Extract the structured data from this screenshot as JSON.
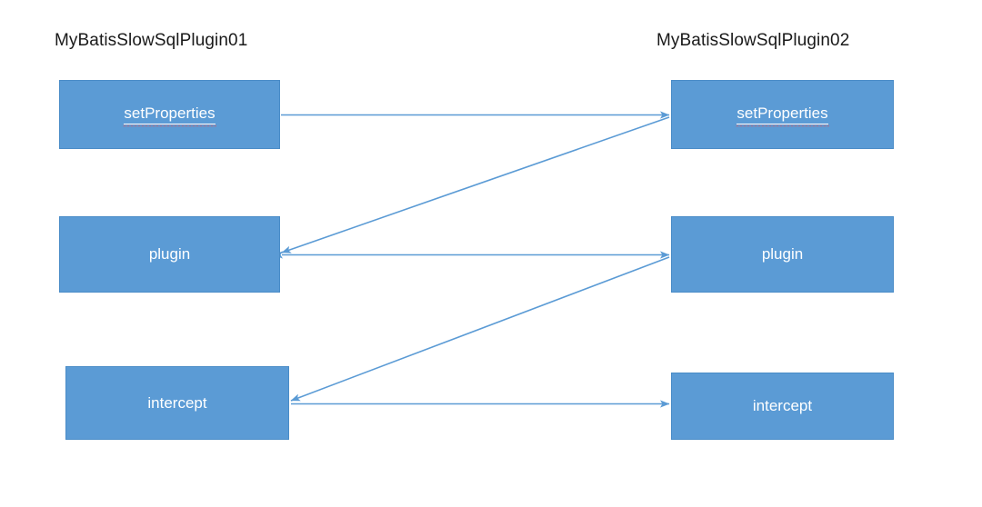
{
  "diagram": {
    "columns": {
      "left_title": "MyBatisSlowSqlPlugin01",
      "right_title": "MyBatisSlowSqlPlugin02"
    },
    "colors": {
      "node_fill": "#5B9BD5",
      "node_border": "#4A8CC7",
      "node_text": "#FFFFFF",
      "arrow": "#5B9BD5",
      "title_text": "#1A1A1A",
      "spellcheck_underline": "#C96070",
      "background": "#FFFFFF"
    },
    "left_nodes": [
      {
        "id": "l-setproperties",
        "label": "setProperties",
        "spellchecked": true
      },
      {
        "id": "l-plugin",
        "label": "plugin",
        "spellchecked": false
      },
      {
        "id": "l-intercept",
        "label": "intercept",
        "spellchecked": false
      }
    ],
    "right_nodes": [
      {
        "id": "r-setproperties",
        "label": "setProperties",
        "spellchecked": true
      },
      {
        "id": "r-plugin",
        "label": "plugin",
        "spellchecked": false
      },
      {
        "id": "r-intercept",
        "label": "intercept",
        "spellchecked": false
      }
    ],
    "edges": [
      {
        "id": "e1",
        "from": "l-setproperties",
        "to": "r-setproperties",
        "style": "horizontal",
        "arrowheads": "end"
      },
      {
        "id": "e2",
        "from": "r-setproperties",
        "to": "l-plugin",
        "style": "diagonal",
        "arrowheads": "end"
      },
      {
        "id": "e3",
        "from": "l-plugin",
        "to": "r-plugin",
        "style": "horizontal",
        "arrowheads": "both"
      },
      {
        "id": "e4",
        "from": "r-plugin",
        "to": "l-intercept",
        "style": "diagonal",
        "arrowheads": "end"
      },
      {
        "id": "e5",
        "from": "l-intercept",
        "to": "r-intercept",
        "style": "horizontal",
        "arrowheads": "end"
      }
    ]
  }
}
